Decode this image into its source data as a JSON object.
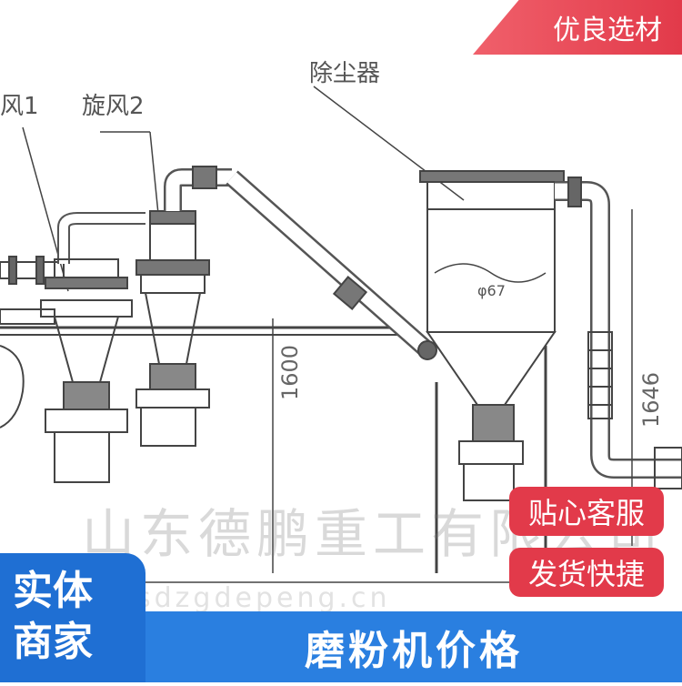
{
  "diagram": {
    "labels": {
      "cyclone1": "风1",
      "cyclone2": "旋风2",
      "dust_collector": "除尘器",
      "dim_height_1": "1600",
      "dim_height_2": "1646",
      "dim_diameter": "φ67"
    },
    "watermark_company": "山东德鹏重工有限公司",
    "watermark_url": "sdzgdepeng.cn"
  },
  "badges": {
    "top_right": "优良选材",
    "service": "贴心客服",
    "shipping": "发货快捷",
    "corner_line1": "实体",
    "corner_line2": "商家",
    "bottom_title": "磨粉机价格"
  },
  "colors": {
    "red": "#e23a4a",
    "blue": "#2a7fe0",
    "dark_blue": "#1f6fd3"
  }
}
